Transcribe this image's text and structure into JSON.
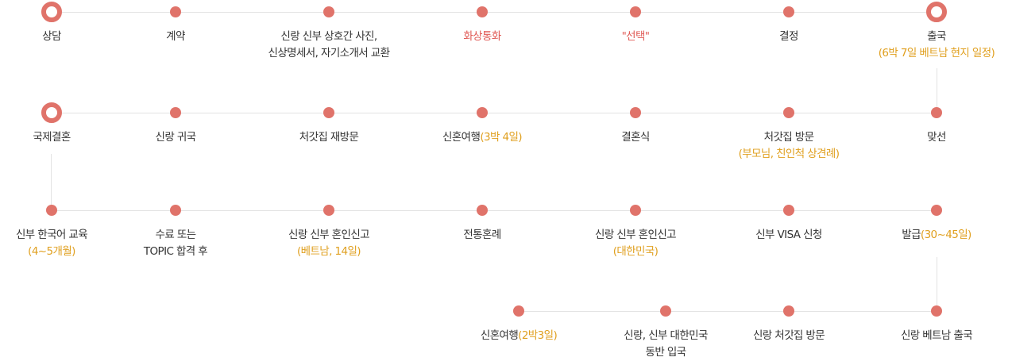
{
  "colors": {
    "dot": "#e0736a",
    "line": "#e3e3e3",
    "text": "#333333",
    "accent_red": "#e05a55",
    "accent_orange": "#e0a020"
  },
  "rows": [
    {
      "steps": [
        {
          "marker": "ring",
          "color": "default",
          "lines": [
            {
              "text": "상담"
            }
          ]
        },
        {
          "marker": "dot",
          "color": "default",
          "lines": [
            {
              "text": "계약"
            }
          ]
        },
        {
          "marker": "dot",
          "color": "default",
          "lines": [
            {
              "text": "신랑 신부 상호간 사진,"
            },
            {
              "text": "신상명세서, 자기소개서 교환"
            }
          ]
        },
        {
          "marker": "dot",
          "color": "red",
          "lines": [
            {
              "text": "화상통화"
            }
          ]
        },
        {
          "marker": "dot",
          "color": "red",
          "lines": [
            {
              "text": "\"선택\""
            }
          ]
        },
        {
          "marker": "dot",
          "color": "default",
          "lines": [
            {
              "text": "결정"
            }
          ]
        },
        {
          "marker": "ring",
          "color": "default",
          "lines": [
            {
              "text": "출국"
            },
            {
              "text": "",
              "highlight": "(6박 7일 베트남 현지 일정)"
            }
          ]
        }
      ]
    },
    {
      "steps": [
        {
          "marker": "ring",
          "color": "default",
          "lines": [
            {
              "text": "국제결혼"
            }
          ]
        },
        {
          "marker": "dot",
          "color": "default",
          "lines": [
            {
              "text": "신랑 귀국"
            }
          ]
        },
        {
          "marker": "dot",
          "color": "default",
          "lines": [
            {
              "text": "처갓집 재방문"
            }
          ]
        },
        {
          "marker": "dot",
          "color": "default",
          "lines": [
            {
              "text": "신혼여행",
              "highlight": "(3박 4일)"
            }
          ]
        },
        {
          "marker": "dot",
          "color": "default",
          "lines": [
            {
              "text": "결혼식"
            }
          ]
        },
        {
          "marker": "dot",
          "color": "default",
          "lines": [
            {
              "text": "처갓집 방문"
            },
            {
              "text": "",
              "highlight": "(부모님, 친인척 상견례)"
            }
          ]
        },
        {
          "marker": "dot",
          "color": "default",
          "lines": [
            {
              "text": "맞선"
            }
          ]
        }
      ]
    },
    {
      "steps": [
        {
          "marker": "dot",
          "color": "default",
          "lines": [
            {
              "text": "신부 한국어 교육"
            },
            {
              "text": "",
              "highlight": "(4~5개월)"
            }
          ]
        },
        {
          "marker": "dot",
          "color": "default",
          "lines": [
            {
              "text": "수료 또는"
            },
            {
              "text": "TOPIC 합격 후"
            }
          ]
        },
        {
          "marker": "dot",
          "color": "default",
          "lines": [
            {
              "text": "신랑 신부 혼인신고"
            },
            {
              "text": "",
              "highlight": "(베트남, 14일)"
            }
          ]
        },
        {
          "marker": "dot",
          "color": "default",
          "lines": [
            {
              "text": "전통혼례"
            }
          ]
        },
        {
          "marker": "dot",
          "color": "default",
          "lines": [
            {
              "text": "신랑 신부 혼인신고"
            },
            {
              "text": "",
              "highlight": "(대한민국)"
            }
          ]
        },
        {
          "marker": "dot",
          "color": "default",
          "lines": [
            {
              "text": "신부 VISA 신청"
            }
          ]
        },
        {
          "marker": "dot",
          "color": "default",
          "lines": [
            {
              "text": "발급",
              "highlight": "(30~45일)"
            }
          ]
        }
      ]
    },
    {
      "steps": [
        {
          "marker": "dot",
          "color": "default",
          "lines": [
            {
              "text": "신혼여행",
              "highlight": "(2박3일)"
            }
          ]
        },
        {
          "marker": "dot",
          "color": "default",
          "lines": [
            {
              "text": "신랑, 신부 대한민국"
            },
            {
              "text": "동반 입국"
            }
          ]
        },
        {
          "marker": "dot",
          "color": "default",
          "lines": [
            {
              "text": "신랑 처갓집 방문"
            }
          ]
        },
        {
          "marker": "dot",
          "color": "default",
          "lines": [
            {
              "text": "신랑 베트남 출국"
            }
          ]
        }
      ]
    }
  ]
}
